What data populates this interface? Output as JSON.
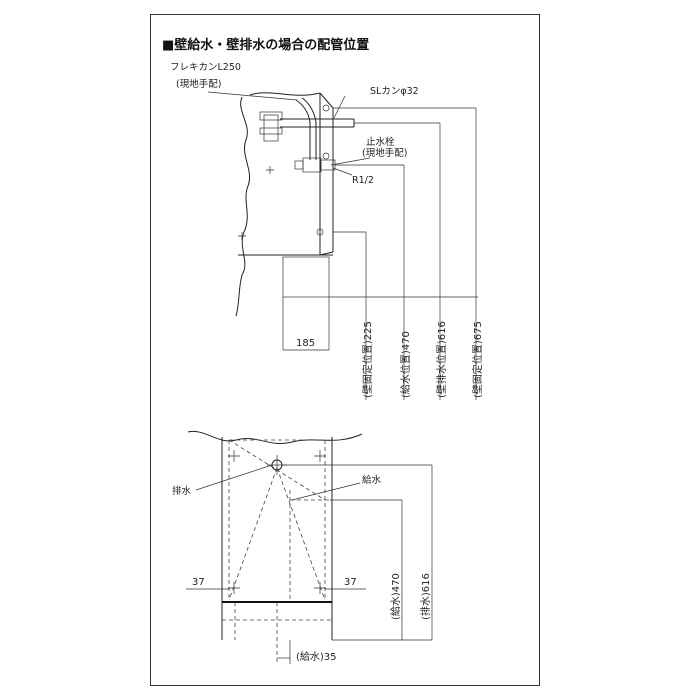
{
  "title": "■壁給水・壁排水の場合の配管位置",
  "top_view": {
    "flexible_hose": "フレキカンL250",
    "flexible_hose_note": "(現地手配)",
    "sl_pipe": "SLカンφ32",
    "stop_valve": "止水栓",
    "stop_valve_note": "(現地手配)",
    "thread": "R1/2",
    "width_185": "185",
    "dim_225": "(壁固定位置)225",
    "dim_470": "(給水位置)470",
    "dim_616": "(壁排水位置)616",
    "dim_675": "(壁固定位置)675"
  },
  "front_view": {
    "drain": "排水",
    "supply": "給水",
    "left_37": "37",
    "right_37": "37",
    "supply_470": "(給水)470",
    "drain_616": "(排水)616",
    "supply_35": "(給水)35"
  }
}
